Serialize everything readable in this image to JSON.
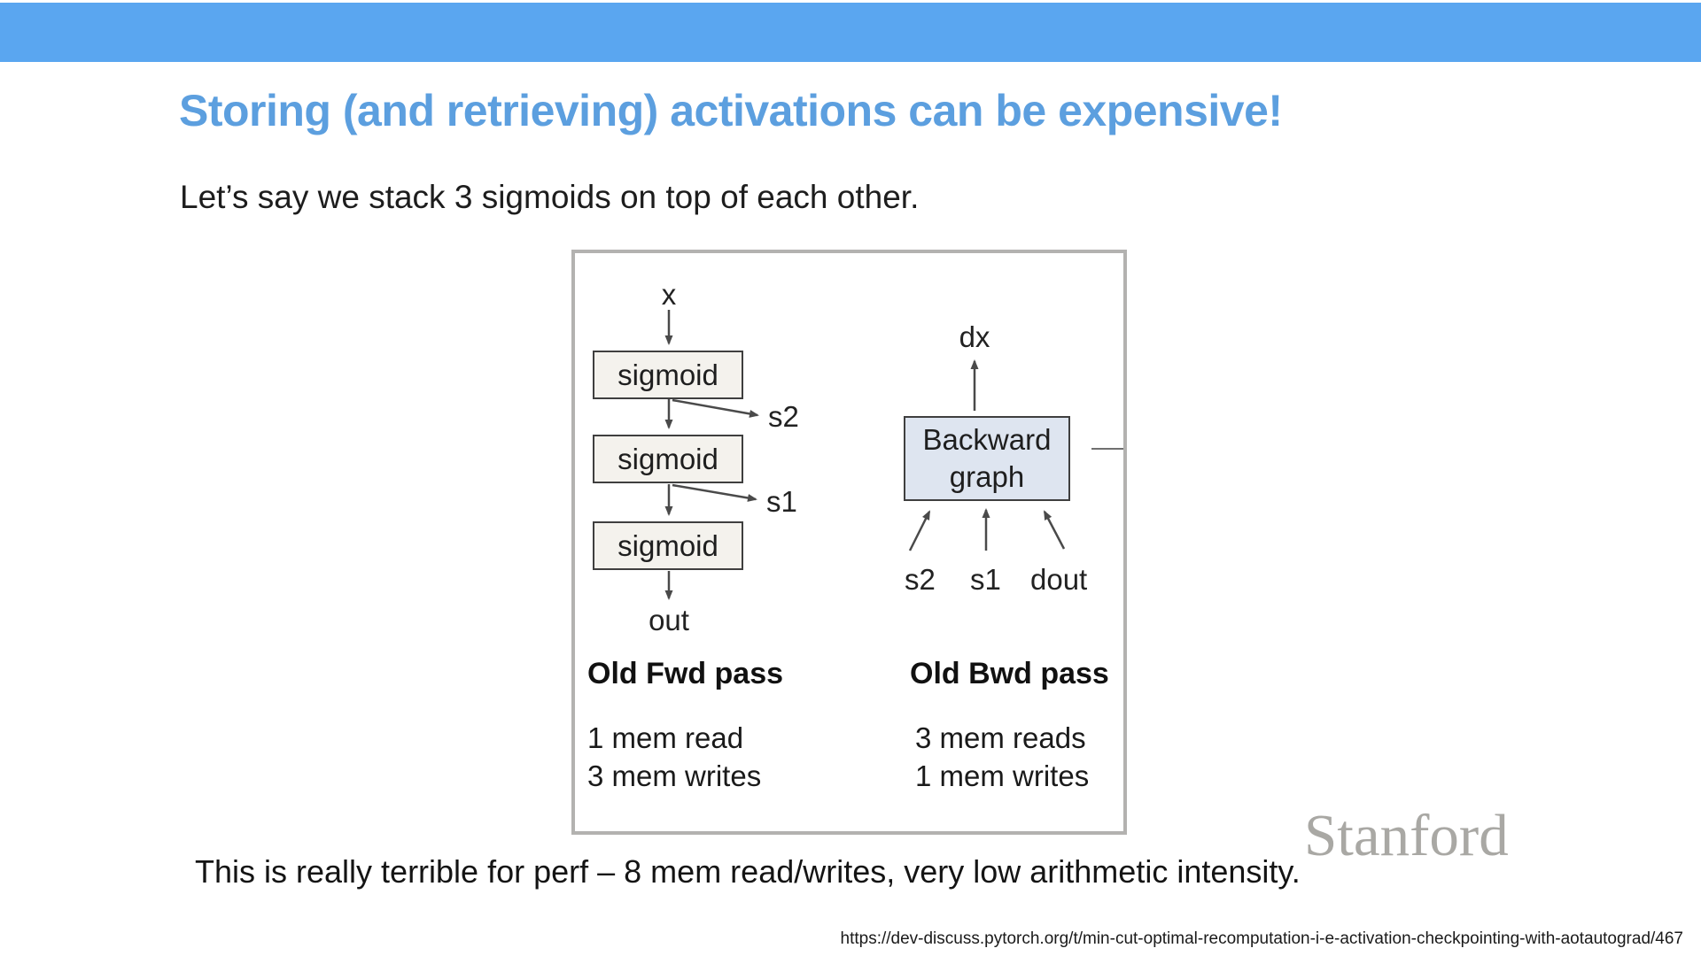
{
  "colors": {
    "top_bar": "#5aa6f0",
    "title": "#5c9fdf",
    "diagram_border": "#b3b2b0",
    "sigmoid_fill": "#f4f2ed",
    "sigmoid_border": "#3f3f3f",
    "backward_fill": "#dee5f0",
    "backward_border": "#3f3f3f",
    "arrow": "#4a4a4a",
    "logo": "#a9a8a4"
  },
  "header": {
    "title": "Storing (and retrieving) activations can be expensive!"
  },
  "intro": "Let’s say we stack 3 sigmoids on top of each other.",
  "diagram": {
    "forward": {
      "input_label": "x",
      "layers": [
        "sigmoid",
        "sigmoid",
        "sigmoid"
      ],
      "saved_activations": [
        "s2",
        "s1"
      ],
      "output_label": "out",
      "heading": "Old Fwd pass",
      "stat_lines": [
        "1 mem read",
        "3 mem writes"
      ]
    },
    "backward": {
      "output_label": "dx",
      "box_line1": "Backward",
      "box_line2": "graph",
      "input_labels": [
        "s2",
        "s1",
        "dout"
      ],
      "heading": "Old Bwd pass",
      "stat_lines": [
        "3 mem reads",
        "1 mem writes"
      ]
    }
  },
  "conclusion": "This is really terrible for perf – 8 mem read/writes, very low arithmetic intensity.",
  "footer": {
    "logo_text": "Stanford",
    "source_url": "https://dev-discuss.pytorch.org/t/min-cut-optimal-recomputation-i-e-activation-checkpointing-with-aotautograd/467"
  }
}
